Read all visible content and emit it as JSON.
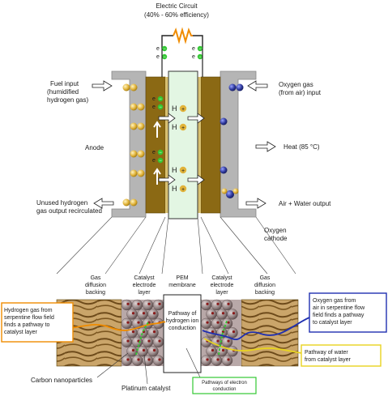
{
  "top": {
    "circuit_title": "Electric Circuit",
    "circuit_efficiency": "(40% - 60% efficiency)"
  },
  "left_labels": {
    "fuel_input_1": "Fuel input",
    "fuel_input_2": "(humidified",
    "fuel_input_3": "hydrogen gas)",
    "anode": "Anode",
    "unused_1": "Unused hydrogen",
    "unused_2": "gas output recirculated"
  },
  "right_labels": {
    "oxygen_input_1": "Oxygen gas",
    "oxygen_input_2": "(from air) input",
    "heat": "Heat (85 °C)",
    "air_water": "Air + Water output",
    "cathode_1": "Oxygen",
    "cathode_2": "cathode"
  },
  "symbols": {
    "electron": "e",
    "minus": "−",
    "proton": "H",
    "plus": "+"
  },
  "detail_headers": {
    "gdl_left_1": "Gas",
    "gdl_left_2": "diffusion",
    "gdl_left_3": "backing",
    "cat_left_1": "Catalyst",
    "cat_left_2": "electrode",
    "cat_left_3": "layer",
    "pem_1": "PEM",
    "pem_2": "membrane",
    "cat_right_1": "Catalyst",
    "cat_right_2": "electrode",
    "cat_right_3": "layer",
    "gdl_right_1": "Gas",
    "gdl_right_2": "diffusion",
    "gdl_right_3": "backing"
  },
  "detail_labels": {
    "pem_path_1": "Pathway of",
    "pem_path_2": "hydrogen ion",
    "pem_path_3": "conduction",
    "h2_box_1": "Hydrogen gas from",
    "h2_box_2": "serpentine flow field",
    "h2_box_3": "finds a pathway to",
    "h2_box_4": "catalyst layer",
    "o2_box_1": "Oxygen gas from",
    "o2_box_2": "air in serpentine flow",
    "o2_box_3": "field finds a pathway",
    "o2_box_4": "to catalyst layer",
    "water_box_1": "Pathway of water",
    "water_box_2": "from catalyst layer",
    "carbon": "Carbon nanoparticles",
    "platinum": "Platinum catalyst",
    "electron_path_1": "Pathways of electron",
    "electron_path_2": "conduction"
  },
  "colors": {
    "electrode_brown": "#8b6914",
    "pem_green": "#e3f6e3",
    "plate_gray": "#b5b5b5",
    "hydrogen_gold": "#e2b43b",
    "oxygen_blue": "#2f3a9e",
    "resistor_orange": "#f08c00",
    "h2_path_orange": "#f08c00",
    "o2_path_blue": "#1f2fb0",
    "water_path_yellow": "#e8d320",
    "electron_green": "#32c832"
  }
}
